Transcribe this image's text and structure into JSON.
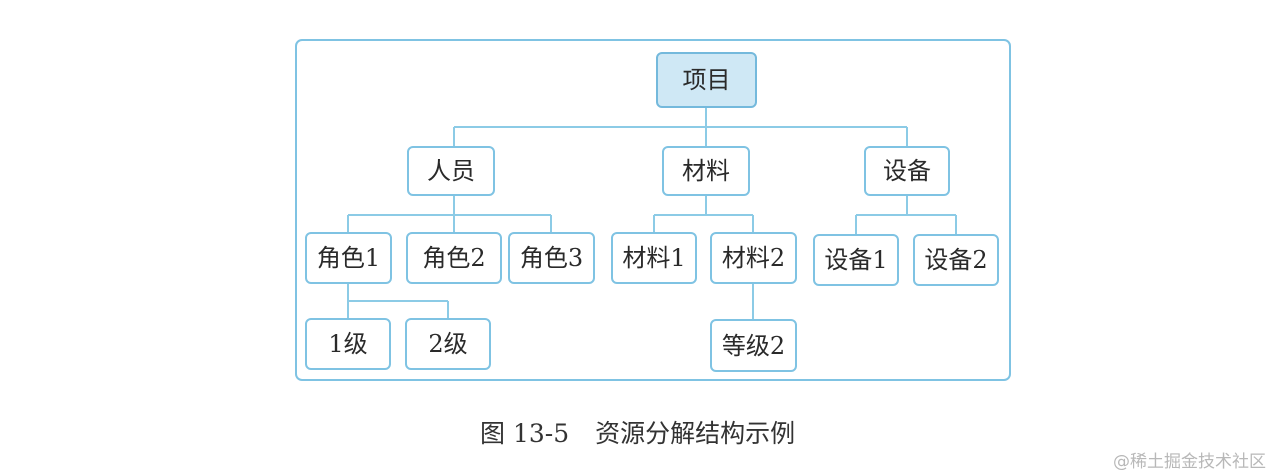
{
  "diagram": {
    "root": "项目",
    "level1": {
      "personnel": "人员",
      "material": "材料",
      "equipment": "设备"
    },
    "personnel_children": [
      "角色1",
      "角色2",
      "角色3"
    ],
    "material_children": [
      "材料1",
      "材料2"
    ],
    "equipment_children": [
      "设备1",
      "设备2"
    ],
    "role1_children": [
      "1级",
      "2级"
    ],
    "material2_children": [
      "等级2"
    ]
  },
  "caption": {
    "number": "图 13-5",
    "title": "资源分解结构示例"
  },
  "watermark": "@稀土掘金技术社区",
  "colors": {
    "border": "#7fc3e3",
    "root_fill": "#cfe8f5",
    "connector": "#8ccbe6"
  }
}
